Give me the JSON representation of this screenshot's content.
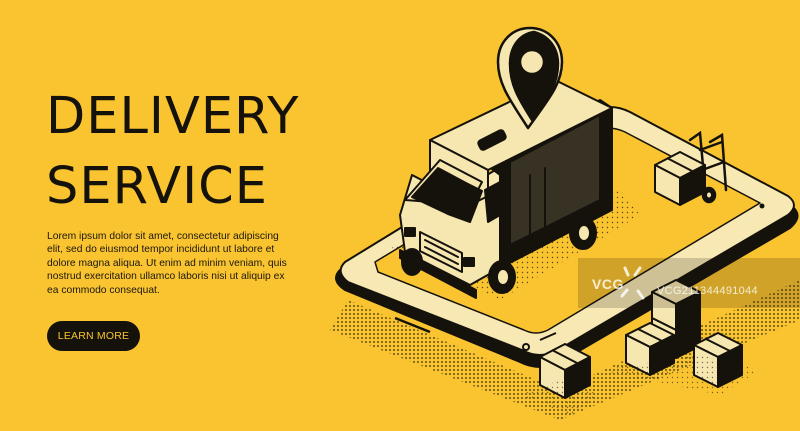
{
  "headline": {
    "line1": "DELIVERY",
    "line2": "SERVICE"
  },
  "body": {
    "paragraph": "Lorem ipsum dolor sit amet, consectetur adipiscing elit, sed do eiusmod tempor incididunt ut labore et dolore magna aliqua. Ut enim ad minim veniam, quis nostrud exercitation ullamco laboris nisi ut aliquip ex ea commodo consequat."
  },
  "cta": {
    "label": "LEARN MORE"
  },
  "watermark": {
    "logo": "VCG",
    "id": "VCG211344491044"
  },
  "colors": {
    "background": "#F9C42F",
    "ink": "#15120c",
    "light": "#F7E8B4",
    "van_body": "#F6E6B0"
  },
  "icons": [
    "map-pin-icon",
    "delivery-van",
    "hand-truck",
    "parcel-box",
    "smartphone"
  ]
}
